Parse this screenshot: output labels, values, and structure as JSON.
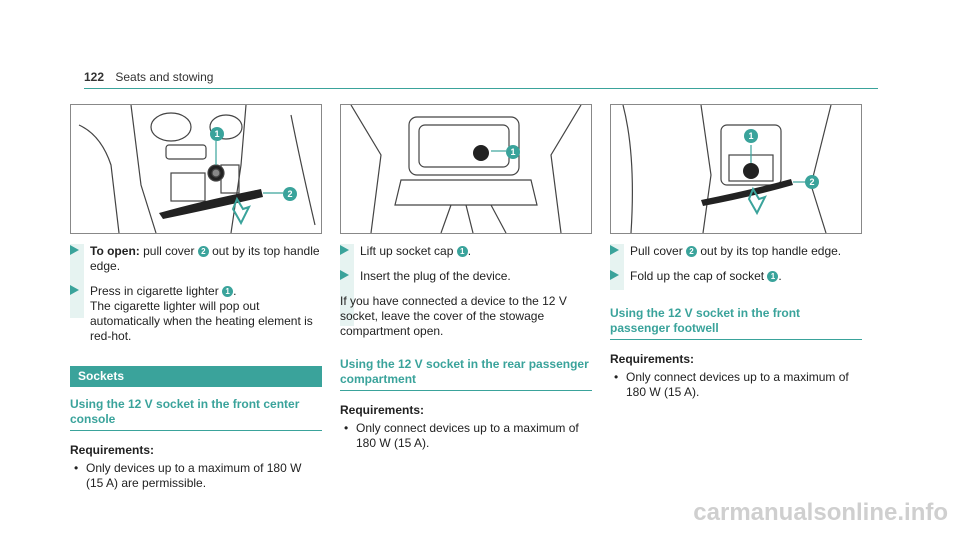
{
  "header": {
    "page_number": "122",
    "title": "Seats and stowing"
  },
  "col1": {
    "step1_bold": "To open:",
    "step1_a": " pull cover ",
    "step1_b": " out by its top handle edge.",
    "step2_line1_a": "Press in cigarette lighter ",
    "step2_line1_b": ".",
    "step2_line2": "The cigarette lighter will pop out automatically when the heating element is red-hot.",
    "section": "Sockets",
    "subhead": "Using the 12 V socket in the front center console",
    "req_label": "Requirements:",
    "req_item": "Only devices up to a maximum of 180 W (15 A) are permissible."
  },
  "col2": {
    "step1_a": "Lift up socket cap ",
    "step1_b": ".",
    "step2": "Insert the plug of the device.",
    "para": "If you have connected a device to the 12 V socket, leave the cover of the stowage compartment open.",
    "subhead": "Using the 12 V socket in the rear passenger compartment",
    "req_label": "Requirements:",
    "req_item": "Only connect devices up to a maximum of 180 W (15 A)."
  },
  "col3": {
    "step1_a": "Pull cover ",
    "step1_b": " out by its top handle edge.",
    "step2_a": "Fold up the cap of socket ",
    "step2_b": ".",
    "subhead": "Using the 12 V socket in the front passenger footwell",
    "req_label": "Requirements:",
    "req_item": "Only connect devices up to a maximum of 180 W (15 A)."
  },
  "callouts": {
    "one": "1",
    "two": "2"
  },
  "watermark": "carmanualsonline.info",
  "colors": {
    "accent": "#3aa39b",
    "text": "#222222"
  }
}
